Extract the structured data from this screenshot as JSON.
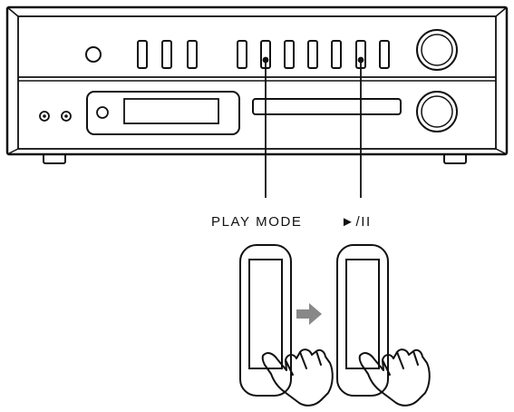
{
  "labels": {
    "play_mode": "PLAY MODE",
    "play_pause": "►/II"
  },
  "icons": {
    "arrow": "right-arrow",
    "hand": "pressing-hand"
  },
  "colors": {
    "line": "#111111",
    "arrow": "#888888",
    "background": "#ffffff"
  }
}
